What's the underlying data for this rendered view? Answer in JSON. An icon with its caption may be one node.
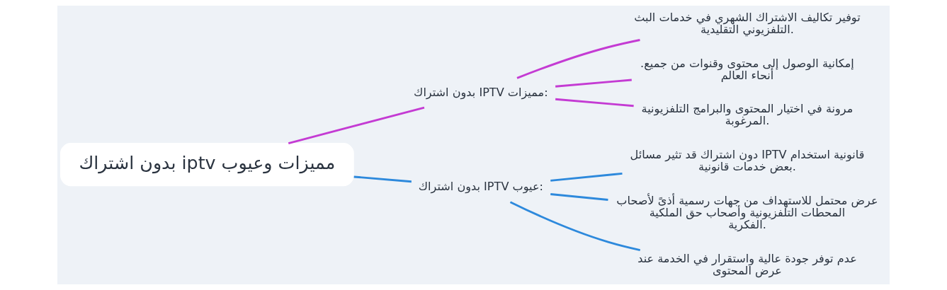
{
  "diagram": {
    "nodes": [
      {
        "text": [
          "بدون اشتراك iptv مميزات وعيوب"
        ]
      },
      {
        "text": [
          "بدون اشتراك IPTV مميزات:"
        ]
      },
      {
        "text": [
          "توفير تكاليف الاشتراك الشهري في خدمات البث التلفزيوني التقليدية."
        ]
      },
      {
        "text": [
          ".إمكانية الوصول إلى محتوى وقنوات من جميع أنحاء العالم"
        ]
      },
      {
        "text": [
          "مرونة في اختيار المحتوى والبرامج التلفزيونية المرغوبة."
        ]
      },
      {
        "text": [
          "بدون اشتراك IPTV عيوب:"
        ]
      },
      {
        "text": [
          "دون اشتراك قد تثير مسائل IPTV قانونية استخدام بعض خدمات قانونية."
        ]
      },
      {
        "text": [
          "عرض محتمل للاستهداف من جهات رسمية أذىً لأصحاب المحطات التلفزيونية وأصحاب حق الملكية الفكرية."
        ]
      },
      {
        "text": [
          "عدم توفر جودة عالية واستقرار في الخدمة عند عرض المحتوى"
        ]
      }
    ],
    "edges": [
      {
        "from": 0,
        "to": 1,
        "arrow": "none",
        "color": "#c43bd3"
      },
      {
        "from": 1,
        "to": 2,
        "arrow": "none",
        "color": "#c43bd3"
      },
      {
        "from": 1,
        "to": 3,
        "arrow": "none",
        "color": "#c43bd3"
      },
      {
        "from": 1,
        "to": 4,
        "arrow": "none",
        "color": "#c43bd3"
      },
      {
        "from": 0,
        "to": 5,
        "arrow": "none",
        "color": "#2d89dc"
      },
      {
        "from": 5,
        "to": 6,
        "arrow": "none",
        "color": "#2d89dc"
      },
      {
        "from": 5,
        "to": 7,
        "arrow": "none",
        "color": "#2d89dc"
      },
      {
        "from": 5,
        "to": 8,
        "arrow": "none",
        "color": "#2d89dc"
      }
    ]
  }
}
